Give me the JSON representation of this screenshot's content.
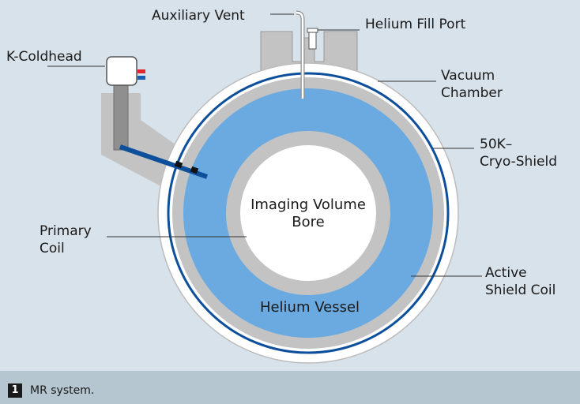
{
  "labels": {
    "auxiliary_vent": "Auxiliary Vent",
    "helium_fill_port": "Helium Fill Port",
    "k_coldhead": "K-Coldhead",
    "vacuum_chamber": [
      "Vacuum",
      "Chamber"
    ],
    "cryo_shield": [
      "50K–",
      "Cryo-Shield"
    ],
    "primary_coil": [
      "Primary",
      "Coil"
    ],
    "active_shield_coil": [
      "Active",
      "Shield Coil"
    ],
    "imaging_volume": [
      "Imaging Volume",
      "Bore"
    ],
    "helium_vessel": "Helium Vessel"
  },
  "caption": {
    "number": "1",
    "text": "MR system."
  },
  "colors": {
    "background": "#d7e2ea",
    "caption_bar": "#b6c6d1",
    "helium_blue": "#6aaae0",
    "shield_gray": "#c3c3c3",
    "coil_line": "#0d4f9a",
    "coldhead_red": "#e2262b",
    "coldhead_blue": "#1a5fb0"
  }
}
